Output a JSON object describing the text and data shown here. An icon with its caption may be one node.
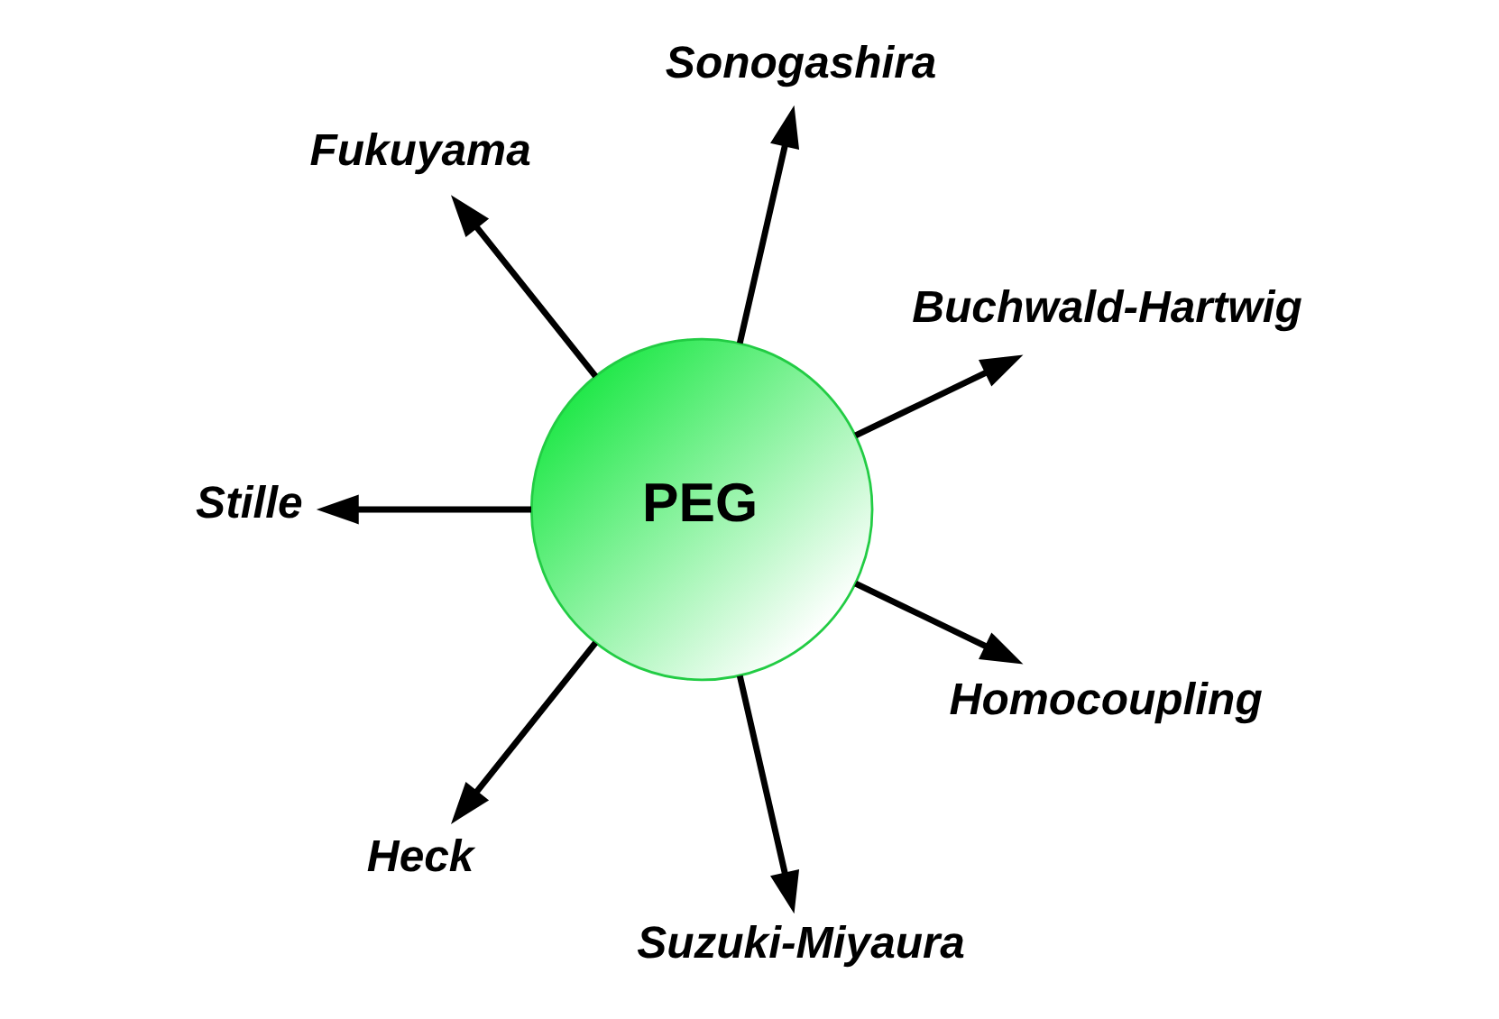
{
  "diagram": {
    "nodes": [
      {
        "text": [
          "Buchwald-Hartwig"
        ]
      },
      {
        "text": [
          "Sonogashira"
        ]
      },
      {
        "text": [
          "Fukuyama"
        ]
      },
      {
        "text": [
          "Stille"
        ]
      },
      {
        "text": [
          "PEG"
        ]
      },
      {
        "text": [
          "Heck"
        ]
      },
      {
        "text": [
          "Suzuki-Miyaura"
        ]
      },
      {
        "text": [
          "Homocoupling"
        ]
      }
    ],
    "edges": [
      {
        "from": 4,
        "to": 0,
        "arrow": "to"
      },
      {
        "from": 4,
        "to": 2,
        "arrow": "to"
      },
      {
        "from": 4,
        "to": 5,
        "arrow": "to"
      },
      {
        "from": 4,
        "to": 7,
        "arrow": "to"
      },
      {
        "from": 4,
        "to": 6,
        "arrow": "to"
      },
      {
        "from": 4,
        "to": 3,
        "arrow": "to"
      },
      {
        "from": 4,
        "to": 1,
        "arrow": "to"
      }
    ]
  }
}
